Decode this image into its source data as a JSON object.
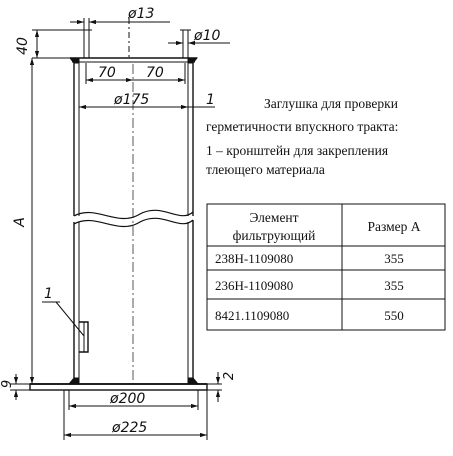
{
  "dimensions": {
    "d_pipe_small": "ø13",
    "d_pipe_right": "ø10",
    "height_top": "40",
    "offset_left": "70",
    "offset_right": "70",
    "d_body": "ø175",
    "d_base_inner": "ø200",
    "d_base_outer": "ø225",
    "height_A": "A",
    "base_thickness": "9",
    "plate_thickness": "2",
    "callout_top": "1",
    "callout_left": "1"
  },
  "title": {
    "line1": "Заглушка для проверки",
    "line2": "герметичности впускного тракта:",
    "line3": "1 – кронштейн для закрепления",
    "line4": "тлеющего материала"
  },
  "table": {
    "header": {
      "col1_line1": "Элемент",
      "col1_line2": "фильтрующий",
      "col2": "Размер А"
    },
    "rows": [
      {
        "element": "238Н-1109080",
        "size": "355"
      },
      {
        "element": "236Н-1109080",
        "size": "355"
      },
      {
        "element": "8421.1109080",
        "size": "550"
      }
    ]
  }
}
